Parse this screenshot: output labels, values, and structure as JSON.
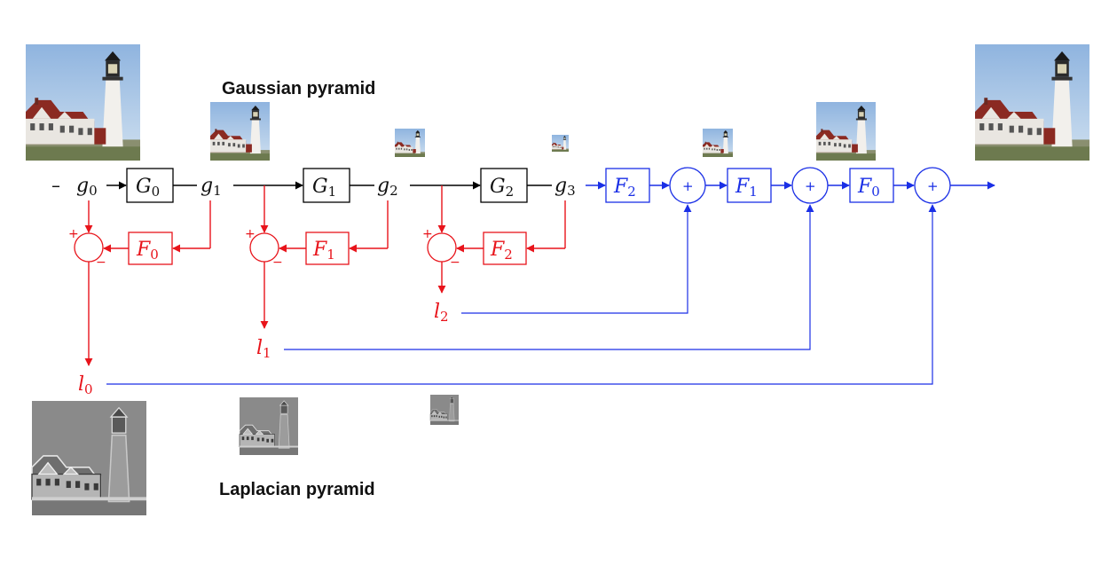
{
  "titles": {
    "gaussian": "Gaussian pyramid",
    "laplacian": "Laplacian pyramid"
  },
  "signals": {
    "g0": {
      "base": "g",
      "sub": "0"
    },
    "g1": {
      "base": "g",
      "sub": "1"
    },
    "g2": {
      "base": "g",
      "sub": "2"
    },
    "g3": {
      "base": "g",
      "sub": "3"
    },
    "l0": {
      "base": "l",
      "sub": "0"
    },
    "l1": {
      "base": "l",
      "sub": "1"
    },
    "l2": {
      "base": "l",
      "sub": "2"
    }
  },
  "blocks": {
    "G0": {
      "base": "G",
      "sub": "0"
    },
    "G1": {
      "base": "G",
      "sub": "1"
    },
    "G2": {
      "base": "G",
      "sub": "2"
    },
    "F0": {
      "base": "F",
      "sub": "0"
    },
    "F1": {
      "base": "F",
      "sub": "1"
    },
    "F2": {
      "base": "F",
      "sub": "2"
    }
  },
  "signs": {
    "plus": "+",
    "minus": "−"
  },
  "lead_dash": "–",
  "colors": {
    "analysis": "#000000",
    "laplacian": "#e8141b",
    "reconstruction": "#1a2fe6",
    "sky_top": "#8fb4df",
    "sky_bottom": "#c9dcef",
    "house_roof": "#8b2a22",
    "house_wall": "#e9e6e1",
    "lighthouse": "#f2f0ec",
    "ground": "#6d7a4f",
    "laplacian_gray": "#8a8a8a"
  }
}
